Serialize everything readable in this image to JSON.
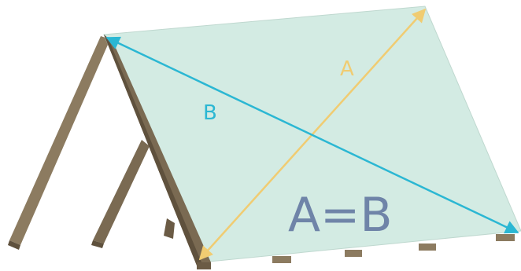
{
  "labels": {
    "a": "A",
    "b": "B",
    "equation": "A=B"
  },
  "colors": {
    "roof": "#d3ebe3",
    "roof_edge": "#bfd8cf",
    "rafter_front": "#7a6a52",
    "rafter_side": "#5f513d",
    "rafter_light": "#8c7b60",
    "diagonal_a": "#f0cc72",
    "diagonal_b": "#2bb7d3",
    "equation": "#6f84a8"
  }
}
